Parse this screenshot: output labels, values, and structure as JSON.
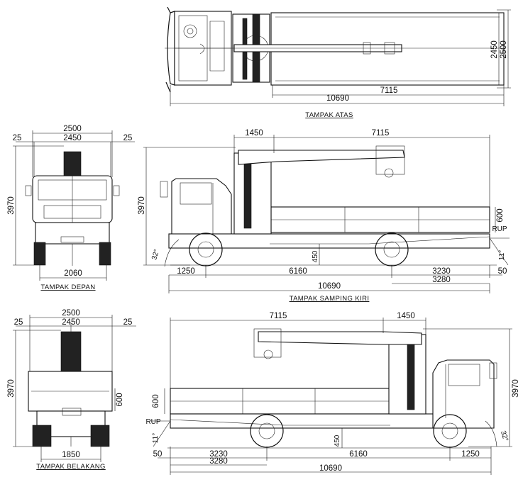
{
  "views": {
    "top": {
      "title": "TAMPAK ATAS",
      "dims": {
        "d10690": "10690",
        "d7115": "7115",
        "d2450": "2450",
        "d2500": "2500"
      }
    },
    "front": {
      "title": "TAMPAK DEPAN",
      "dims": {
        "d2500": "2500",
        "d2450": "2450",
        "d25l": "25",
        "d25r": "25",
        "d3970": "3970",
        "d2060": "2060"
      }
    },
    "left": {
      "title": "TAMPAK SAMPING KIRI",
      "dims": {
        "d1450": "1450",
        "d7115": "7115",
        "d3970": "3970",
        "d600": "600",
        "d32": "32°",
        "d11": "11°",
        "rup": "RUP",
        "d450": "450",
        "d1250": "1250",
        "d6160": "6160",
        "d3230": "3230",
        "d50": "50",
        "d3280": "3280",
        "d10690": "10690"
      }
    },
    "rear": {
      "title": "TAMPAK BELAKANG",
      "dims": {
        "d2500": "2500",
        "d2450": "2450",
        "d25l": "25",
        "d25r": "25",
        "d3970": "3970",
        "d600": "600",
        "d1850": "1850"
      }
    },
    "right": {
      "dims": {
        "d7115": "7115",
        "d1450": "1450",
        "d3970": "3970",
        "d600": "600",
        "rup": "RUP",
        "d11": "11°",
        "d450": "450",
        "d32": "32°",
        "d50": "50",
        "d3230": "3230",
        "d6160": "6160",
        "d1250": "1250",
        "d3280": "3280",
        "d10690": "10690"
      }
    }
  }
}
